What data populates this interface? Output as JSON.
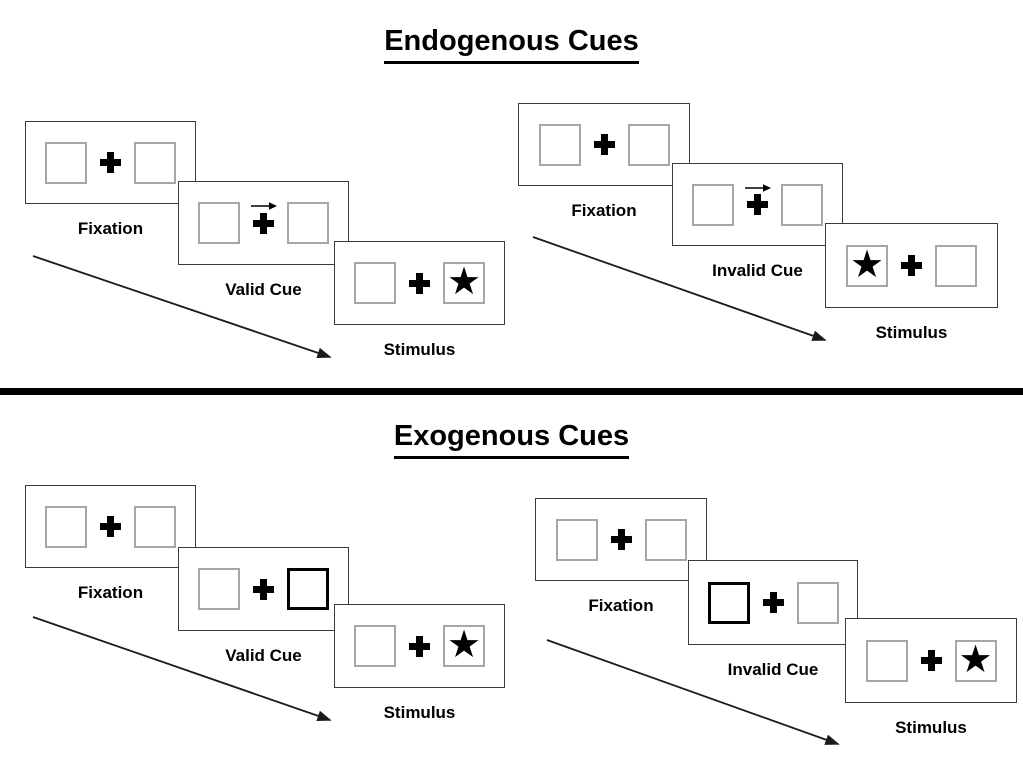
{
  "colors": {
    "background": "#ffffff",
    "panel_border": "#3b3b3b",
    "box_border": "#a6a6a6",
    "highlighted_box_border": "#000000",
    "text": "#000000",
    "divider": "#000000",
    "arrow": "#1a1a1a"
  },
  "icons": {
    "star": "★",
    "fixation_cross": "plus-cross",
    "cue_arrow": "arrow-right",
    "timeline_arrow": "diagonal-arrow-down-right"
  },
  "sections": [
    {
      "title": "Endogenous Cues",
      "groups": [
        {
          "type": "valid-trial",
          "panels": [
            {
              "label": "Fixation",
              "left_box": "plain",
              "right_box": "plain",
              "cue": "none"
            },
            {
              "label": "Valid Cue",
              "left_box": "plain",
              "right_box": "plain",
              "cue": "arrow-right"
            },
            {
              "label": "Stimulus",
              "left_box": "plain",
              "right_box": "star",
              "cue": "none"
            }
          ]
        },
        {
          "type": "invalid-trial",
          "panels": [
            {
              "label": "Fixation",
              "left_box": "plain",
              "right_box": "plain",
              "cue": "none"
            },
            {
              "label": "Invalid Cue",
              "left_box": "plain",
              "right_box": "plain",
              "cue": "arrow-right"
            },
            {
              "label": "Stimulus",
              "left_box": "star",
              "right_box": "plain",
              "cue": "none"
            }
          ]
        }
      ]
    },
    {
      "title": "Exogenous Cues",
      "groups": [
        {
          "type": "valid-trial",
          "panels": [
            {
              "label": "Fixation",
              "left_box": "plain",
              "right_box": "plain",
              "cue": "none"
            },
            {
              "label": "Valid Cue",
              "left_box": "plain",
              "right_box": "highlighted",
              "cue": "none"
            },
            {
              "label": "Stimulus",
              "left_box": "plain",
              "right_box": "star",
              "cue": "none"
            }
          ]
        },
        {
          "type": "invalid-trial",
          "panels": [
            {
              "label": "Fixation",
              "left_box": "plain",
              "right_box": "plain",
              "cue": "none"
            },
            {
              "label": "Invalid Cue",
              "left_box": "highlighted",
              "right_box": "plain",
              "cue": "none"
            },
            {
              "label": "Stimulus",
              "left_box": "plain",
              "right_box": "star",
              "cue": "none"
            }
          ]
        }
      ]
    }
  ]
}
